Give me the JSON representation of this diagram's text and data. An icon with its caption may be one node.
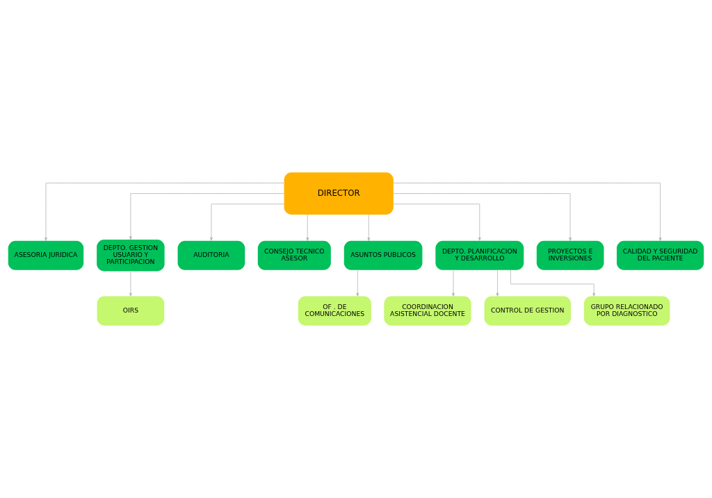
{
  "diagram": {
    "nodes": [
      {
        "text": [
          "DIRECTOR"
        ]
      },
      {
        "text": [
          "ASESORIA JURIDICA"
        ]
      },
      {
        "text": [
          "DEPTO. GESTION USUARIO Y PARTICIPACION"
        ]
      },
      {
        "text": [
          "OIRS"
        ]
      },
      {
        "text": [
          "AUDITORIA"
        ]
      },
      {
        "text": [
          "CONSEJO TECNICO ASESOR"
        ]
      },
      {
        "text": [
          "ASUNTOS PUBLICOS"
        ]
      },
      {
        "text": [
          "OF . DE COMUNICACIONES"
        ]
      },
      {
        "text": [
          "DEPTO. PLANIFICACION Y DESARROLLO"
        ]
      },
      {
        "text": [
          "PROYECTOS E INVERSIONES"
        ]
      },
      {
        "text": [
          "COORDINACION ASISTENCIAL DOCENTE"
        ]
      },
      {
        "text": [
          "CONTROL DE GESTION"
        ]
      },
      {
        "text": [
          "GRUPO RELACIONADO POR DIAGNOSTICO"
        ]
      },
      {
        "text": [
          "CALIDAD Y SEGURIDAD DEL PACIENTE"
        ]
      }
    ],
    "edges": [
      {
        "from": 0,
        "to": 1,
        "arrow": "to"
      },
      {
        "from": 0,
        "to": 2,
        "arrow": "to"
      },
      {
        "from": 2,
        "to": 3,
        "arrow": "to"
      },
      {
        "from": 0,
        "to": 4,
        "arrow": "to"
      },
      {
        "from": 0,
        "to": 5,
        "arrow": "to"
      },
      {
        "from": 0,
        "to": 6,
        "arrow": "to"
      },
      {
        "from": 6,
        "to": 7,
        "arrow": "to"
      },
      {
        "from": 0,
        "to": 8,
        "arrow": "to"
      },
      {
        "from": 0,
        "to": 9,
        "arrow": "to"
      },
      {
        "from": 8,
        "to": 10,
        "arrow": "to"
      },
      {
        "from": 8,
        "to": 11,
        "arrow": "to"
      },
      {
        "from": 8,
        "to": 12,
        "arrow": "to"
      },
      {
        "from": 0,
        "to": 13,
        "arrow": "to"
      }
    ]
  }
}
